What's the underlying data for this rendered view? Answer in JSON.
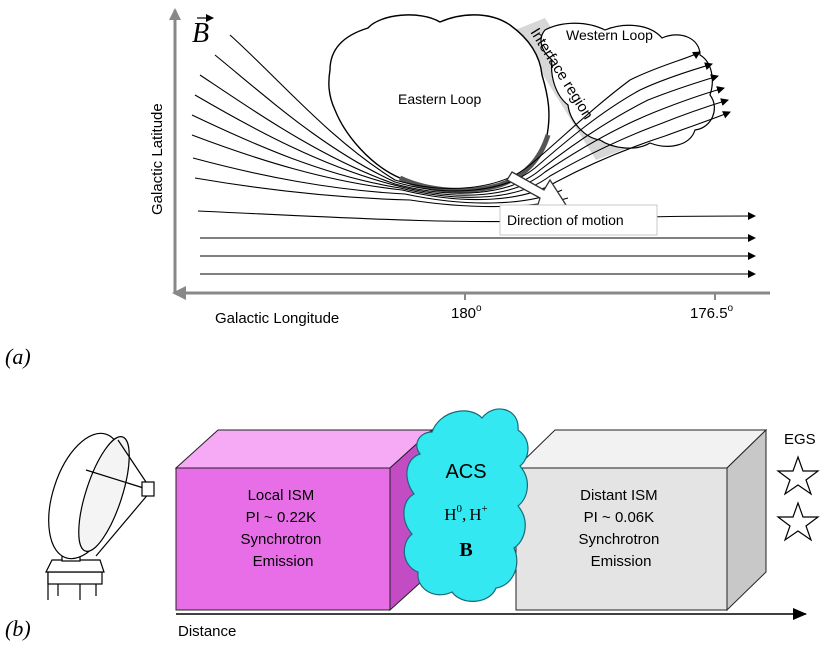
{
  "panel_a": {
    "panel_label": "(a)",
    "field_label": "B",
    "y_axis_label": "Galactic Latitude",
    "x_axis_label": "Galactic Longitude",
    "tick_1": {
      "value": "180",
      "degree": "o"
    },
    "tick_2": {
      "value": "176.5",
      "degree": "o"
    },
    "eastern_loop_label": "Eastern Loop",
    "western_loop_label": "Western Loop",
    "interface_label": "Interface region",
    "motion_label": "Direction of motion"
  },
  "panel_b": {
    "panel_label": "(b)",
    "local_box": {
      "lines": [
        "Local ISM",
        "PI ~ 0.22K",
        "Synchrotron",
        "Emission"
      ],
      "front_color": "#e86ee8",
      "top_color": "#f6a9f4",
      "side_color": "#c34cc5"
    },
    "acs_cloud": {
      "title": "ACS",
      "species_base": [
        "H",
        "H"
      ],
      "species_sup": [
        "0",
        "+"
      ],
      "species_sep": ",",
      "field_symbol": "B",
      "color": "#33e8f0"
    },
    "distant_box": {
      "lines": [
        "Distant ISM",
        "PI ~ 0.06K",
        "Synchrotron",
        "Emission"
      ],
      "front_color": "#e4e4e4",
      "top_color": "#f2f2f2",
      "side_color": "#c8c8c8"
    },
    "egs_label": "EGS",
    "distance_label": "Distance"
  }
}
